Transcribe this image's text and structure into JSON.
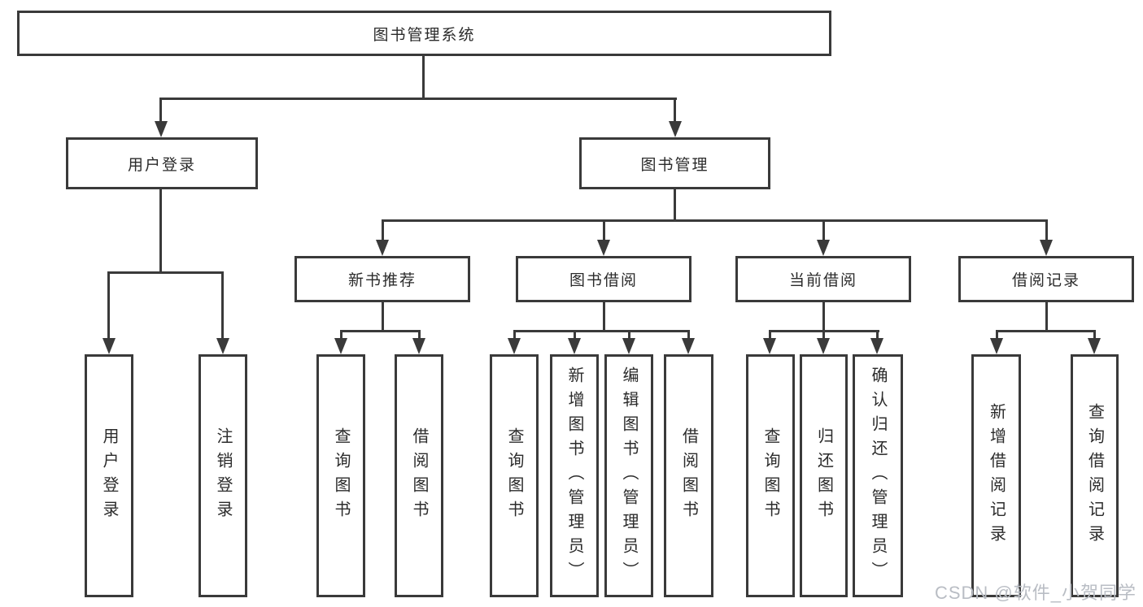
{
  "tree": {
    "label": "图书管理系统",
    "children": [
      {
        "label": "用户登录",
        "children": [
          {
            "label": "用户登录"
          },
          {
            "label": "注销登录"
          }
        ]
      },
      {
        "label": "图书管理",
        "children": [
          {
            "label": "新书推荐",
            "children": [
              {
                "label": "查询图书"
              },
              {
                "label": "借阅图书"
              }
            ]
          },
          {
            "label": "图书借阅",
            "children": [
              {
                "label": "查询图书"
              },
              {
                "label": "新增图书（管理员）"
              },
              {
                "label": "编辑图书（管理员）"
              },
              {
                "label": "借阅图书"
              }
            ]
          },
          {
            "label": "当前借阅",
            "children": [
              {
                "label": "查询图书"
              },
              {
                "label": "归还图书"
              },
              {
                "label": "确认归还（管理员）"
              }
            ]
          },
          {
            "label": "借阅记录",
            "children": [
              {
                "label": "新增借阅记录"
              },
              {
                "label": "查询借阅记录"
              }
            ]
          }
        ]
      }
    ]
  },
  "watermark": {
    "text": "CSDN @软件_小贺同学"
  },
  "colors": {
    "line": "#3a3a3a",
    "text": "#2b2b2b",
    "watermark": "#b9bdc4",
    "background": "#ffffff"
  }
}
